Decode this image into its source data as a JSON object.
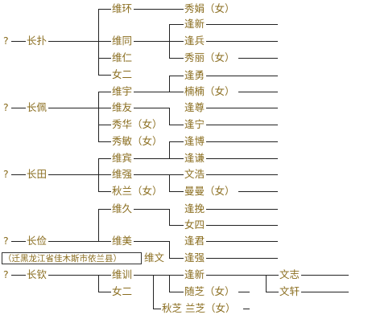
{
  "root_marker": "?",
  "note": "（迁黑龙江省佳木斯市依兰县）",
  "people": {
    "g1_1": "长扑",
    "g1_2": "长佩",
    "g1_3": "长田",
    "g1_4": "长俭",
    "g1_5": "长钦",
    "g2_1": "维环",
    "g2_2": "维同",
    "g2_3": "维仁",
    "g2_4": "女二",
    "g2_5": "维宇",
    "g2_6": "维友",
    "g2_7": "秀华（女）",
    "g2_8": "秀敏（女）",
    "g2_9": "维宾",
    "g2_10": "维强",
    "g2_11": "秋兰（女）",
    "g2_12": "维久",
    "g2_13": "维美",
    "g2_14": "维文",
    "g2_15": "维训",
    "g2_16": "女二",
    "g3_1": "秀娟（女）",
    "g3_2": "逢新",
    "g3_3": "逢兵",
    "g3_4": "秀丽（女）",
    "g3_5": "逢勇",
    "g3_6": "楠楠（女）",
    "g3_7": "逢尊",
    "g3_8": "逢宁",
    "g3_9": "逢博",
    "g3_10": "逢谦",
    "g3_11": "文浩",
    "g3_12": "曼曼（女）",
    "g3_13": "逢挽",
    "g3_14": "女四",
    "g3_15": "逢君",
    "g3_16": "逢强",
    "g3_17": "逢新",
    "g3_18": "随芝（女）",
    "g3_19": "秋芝 兰芝（女）",
    "g4_1": "文志",
    "g4_2": "文轩"
  },
  "colors": {
    "text": "#8a6d1f",
    "line": "#222222"
  }
}
